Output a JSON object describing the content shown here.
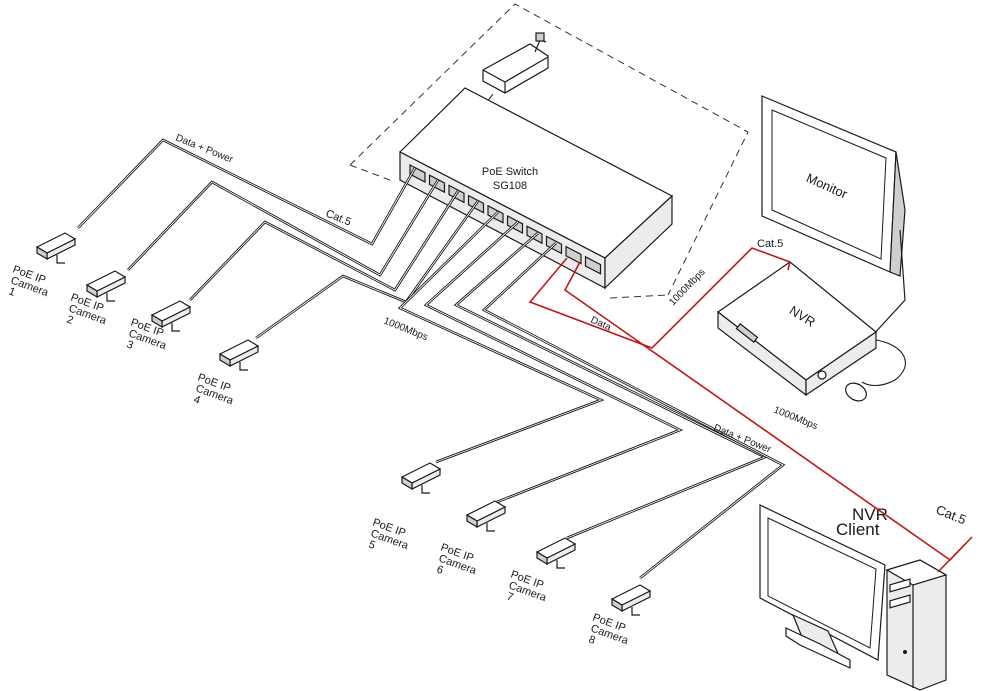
{
  "switch": {
    "line1": "PoE Switch",
    "line2": "SG108"
  },
  "labels": {
    "data_power_top": "Data + Power",
    "cat5_left": "Cat.5",
    "mbps_left": "1000Mbps",
    "data_power_bottom": "Data + Power",
    "cat5_nvr": "Cat.5",
    "mbps_nvr": "1000Mbps",
    "data_nvr": "Data",
    "mbps_client": "1000Mbps",
    "cat5_client": "Cat.5"
  },
  "devices": {
    "monitor": "Monitor",
    "nvr": "NVR",
    "client_line1": "NVR",
    "client_line2": "Client"
  },
  "cameras": [
    {
      "line1": "PoE IP",
      "line2": "Camera",
      "num": "1"
    },
    {
      "line1": "PoE IP",
      "line2": "Camera",
      "num": "2"
    },
    {
      "line1": "PoE IP",
      "line2": "Camera",
      "num": "3"
    },
    {
      "line1": "PoE IP",
      "line2": "Camera",
      "num": "4"
    },
    {
      "line1": "PoE IP",
      "line2": "Camera",
      "num": "5"
    },
    {
      "line1": "PoE IP",
      "line2": "Camera",
      "num": "6"
    },
    {
      "line1": "PoE IP",
      "line2": "Camera",
      "num": "7"
    },
    {
      "line1": "PoE IP",
      "line2": "Camera",
      "num": "8"
    }
  ],
  "colors": {
    "cable": "#111111",
    "uplink": "#c01818",
    "outline": "#1a1a1a"
  }
}
